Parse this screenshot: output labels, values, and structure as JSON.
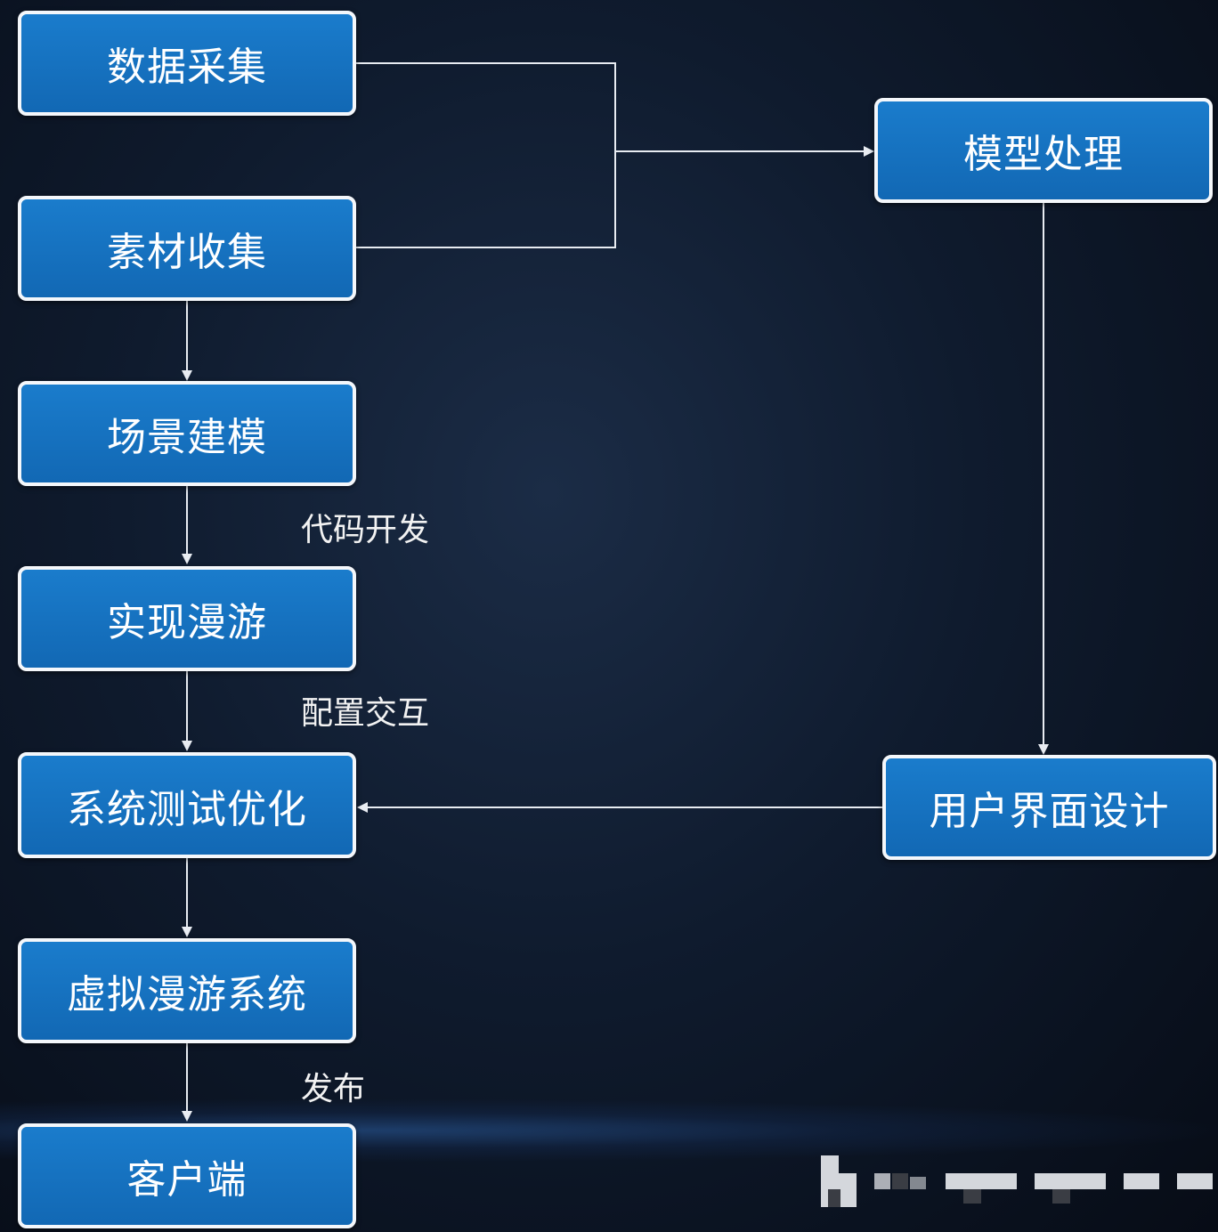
{
  "nodes": {
    "data_collection": "数据采集",
    "material_collection": "素材收集",
    "scene_modeling": "场景建模",
    "roaming": "实现漫游",
    "testing": "系统测试优化",
    "virtual_system": "虚拟漫游系统",
    "client": "客户端",
    "model_processing": "模型处理",
    "ui_design": "用户界面设计"
  },
  "edge_labels": {
    "code_dev": "代码开发",
    "config_interaction": "配置交互",
    "publish": "发布"
  },
  "colors": {
    "node_fill": "#1570bf",
    "node_border": "#f4f7fb",
    "connector": "#e8ecf2",
    "background": "#0f1b2e"
  }
}
